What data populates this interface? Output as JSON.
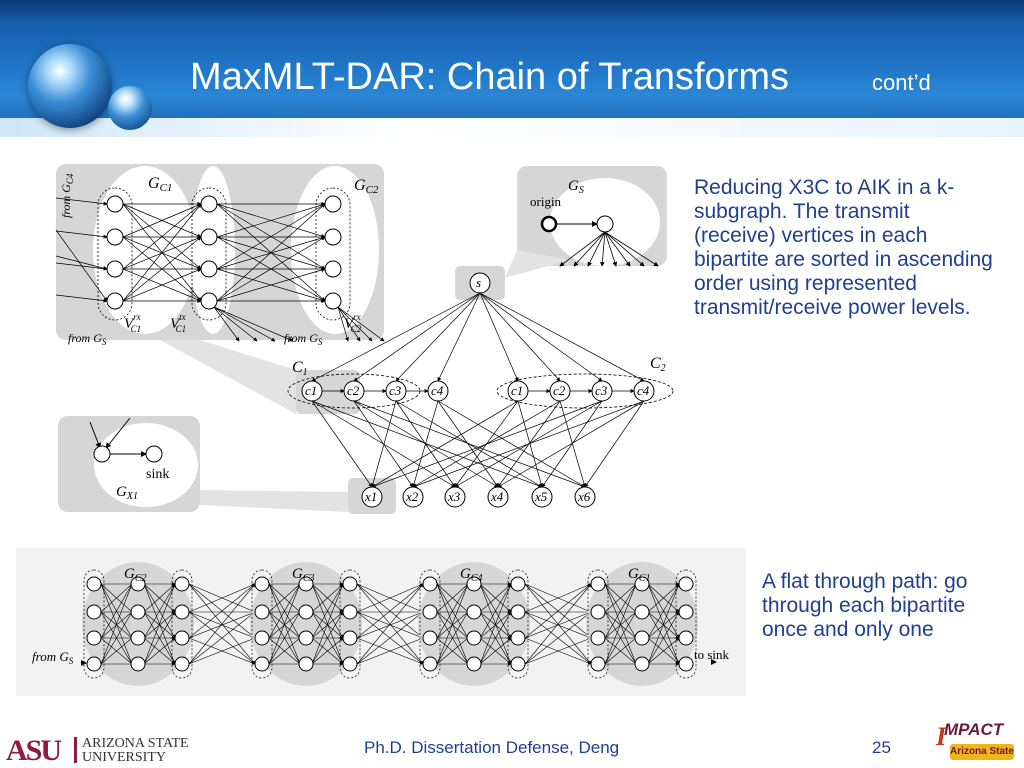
{
  "slide": {
    "title": "MaxMLT-DAR: Chain of Transforms",
    "subtitle": "cont’d",
    "text_top": "Reducing X3C to AIK in a k-subgraph. The transmit (receive) vertices in each bipartite are sorted in ascending order using represented transmit/receive power levels.",
    "text_bottom": "A flat through path: go through each bipartite once and only one",
    "footer_center": "Ph.D. Dissertation Defense, Deng",
    "page_number": "25"
  },
  "logos": {
    "asu_mark": "ASU",
    "asu_line1": "ARIZONA STATE",
    "asu_line2": "UNIVERSITY",
    "impact_word": "MPACT",
    "impact_i": "I",
    "impact_badge": "Arizona State"
  },
  "diagram": {
    "gc_box": {
      "title_c1": "G",
      "sub_c1": "C1",
      "title_c2": "G",
      "sub_c2": "C2",
      "from_gc4": "from G",
      "from_gc4_sub": "C4",
      "from_gs1": "from G",
      "from_gs1_sub": "S",
      "from_gs2": "from G",
      "from_gs2_sub": "S",
      "v_c1_rx": "V",
      "v_c1_rx_sup": "rx",
      "v_c1_rx_sub": "C1",
      "v_c1_tx": "V",
      "v_c1_tx_sup": "tx",
      "v_c1_tx_sub": "C1",
      "v_c2_rx": "V",
      "v_c2_rx_sup": "rx",
      "v_c2_rx_sub": "C2"
    },
    "gs_box": {
      "title": "G",
      "sub": "S",
      "origin": "origin"
    },
    "gx_box": {
      "title": "G",
      "sub": "X1",
      "sink": "sink"
    },
    "center": {
      "s": "s",
      "C1": "C",
      "C1_sub": "1",
      "C2": "C",
      "C2_sub": "2",
      "c_left": [
        "c1",
        "c2",
        "c3",
        "c4"
      ],
      "c_right": [
        "c1",
        "c2",
        "c3",
        "c4"
      ],
      "x_nodes": [
        "x1",
        "x2",
        "x3",
        "x4",
        "x5",
        "x6"
      ]
    },
    "bottom": {
      "labels": [
        "G",
        "G",
        "G",
        "G"
      ],
      "subs": [
        "C2",
        "C3",
        "C4",
        "C1"
      ],
      "from": "from G",
      "from_sub": "S",
      "to_sink": "to sink"
    }
  }
}
